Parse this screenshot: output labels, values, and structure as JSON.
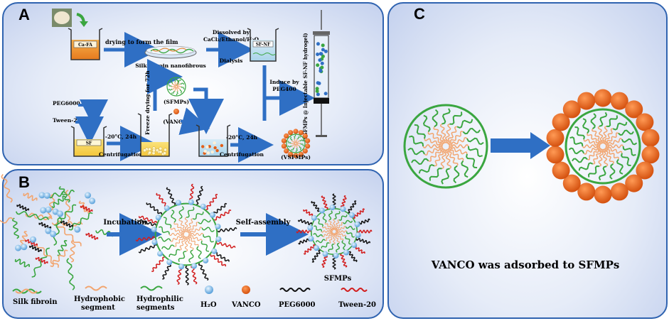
{
  "panels": {
    "a": {
      "label": "A",
      "cafa": "Ca-FA",
      "drying_film": "drying to form the film",
      "dissolved_1": "Dissolved by",
      "dissolved_2": "CaCl₂/Ethanol/H₂O",
      "dialysis": "Dialysis",
      "sfnf": "SF-NF",
      "nanofibrous": "Silk fibroin nanofibrous",
      "induce_1": "Induce by",
      "induce_2": "PEG400",
      "injectable": "(VSFMPs @ Injectable SF-NF hydrogel)",
      "peg6000": "PEG6000",
      "tween20": "Tween-20",
      "sf": "SF",
      "cond1": "-20°C, 24h",
      "centrifugation1": "Centrifugation",
      "freeze": "Freeze drying for 72h",
      "sfmps": "(SFMPs)",
      "vanco": "(VANCO)",
      "cond2": "-20°C, 24h",
      "centrifugation2": "Centrifugation",
      "vsfmps": "(VSFMPs)"
    },
    "b": {
      "label": "B",
      "incubation": "Incubation",
      "self_assembly": "Self-assembly",
      "sfmps": "SFMPs",
      "legend": {
        "silk_fibroin": "Silk fibroin",
        "hydrophobic_1": "Hydrophobic",
        "hydrophobic_2": "segment",
        "hydrophilic_1": "Hydrophilic",
        "hydrophilic_2": "segments",
        "h2o": "H₂O",
        "vanco": "VANCO",
        "peg6000": "PEG6000",
        "tween20": "Tween-20"
      }
    },
    "c": {
      "label": "C",
      "caption": "VANCO was adsorbed to SFMPs"
    }
  },
  "colors": {
    "border": "#2f63b0",
    "arrow": "#2f6fc4",
    "green": "#3aa640",
    "orange_fiber": "#f2a56f",
    "vanco": "#e2601a",
    "water": "#7fb7e6",
    "peg": "#111111",
    "tween": "#d21e1e",
    "beaker_fill": "#f0a23a"
  },
  "icons": [
    "cocoon-image-icon",
    "beaker-icon",
    "syringe-icon",
    "microsphere-icon",
    "arrow-icon"
  ]
}
